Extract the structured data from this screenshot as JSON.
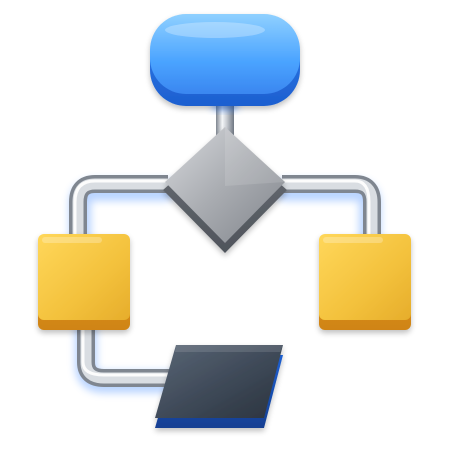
{
  "illustration": {
    "name": "flowchart-3d-icon",
    "nodes": [
      {
        "id": "start-terminal",
        "shape": "rounded-rectangle",
        "color": "#4aa3ff"
      },
      {
        "id": "decision",
        "shape": "diamond",
        "color": "#a9acb1"
      },
      {
        "id": "process-left",
        "shape": "square",
        "color": "#f3c13c"
      },
      {
        "id": "process-right",
        "shape": "square",
        "color": "#f3c13c"
      },
      {
        "id": "io-output",
        "shape": "parallelogram",
        "color": "#3b4654"
      }
    ],
    "connectors": [
      {
        "from": "start-terminal",
        "to": "decision"
      },
      {
        "from": "decision",
        "to": "process-left"
      },
      {
        "from": "decision",
        "to": "process-right"
      },
      {
        "from": "process-left",
        "to": "io-output"
      }
    ],
    "colors": {
      "pipe": "#c8ccd2",
      "pipe_highlight": "#ffffff",
      "pipe_shadow": "#7f8690",
      "blue_glow": "#3b86ff"
    }
  }
}
